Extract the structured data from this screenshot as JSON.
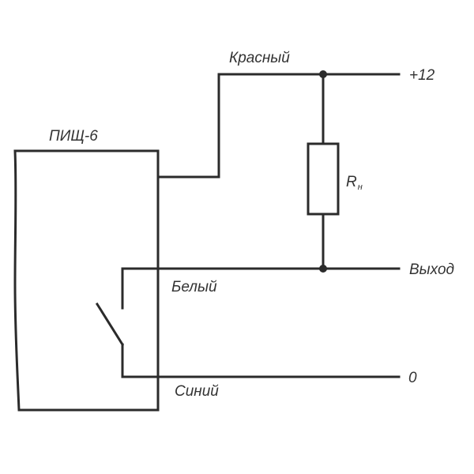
{
  "diagram": {
    "device_label": "ПИЩ-6",
    "wire_red_label": "Красный",
    "wire_white_label": "Белый",
    "wire_blue_label": "Синий",
    "supply_label": "+12",
    "output_label": "Выход",
    "ground_label": "0",
    "resistor_label_main": "R",
    "resistor_label_sub": "н"
  },
  "colors": {
    "line": "#2b2b2b",
    "text": "#333333",
    "background": "#ffffff"
  }
}
